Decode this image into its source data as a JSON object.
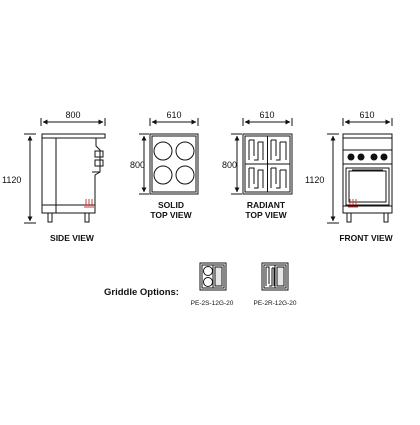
{
  "views": {
    "side": {
      "width_dim": "800",
      "height_dim": "1120",
      "caption": "SIDE VIEW"
    },
    "solid_top": {
      "width_dim": "610",
      "depth_dim": "800",
      "caption_line1": "SOLID",
      "caption_line2": "TOP VIEW"
    },
    "radiant_top": {
      "width_dim": "610",
      "depth_dim": "800",
      "caption_line1": "RADIANT",
      "caption_line2": "TOP VIEW"
    },
    "front": {
      "width_dim": "610",
      "height_dim": "1120",
      "caption": "FRONT VIEW"
    }
  },
  "griddle": {
    "label": "Griddle Options:",
    "options": [
      {
        "model": "PE-2S-12G-20"
      },
      {
        "model": "PE-2R-12G-20"
      }
    ]
  },
  "colors": {
    "line": "#111111",
    "heat_symbol": "#d23a3a"
  }
}
